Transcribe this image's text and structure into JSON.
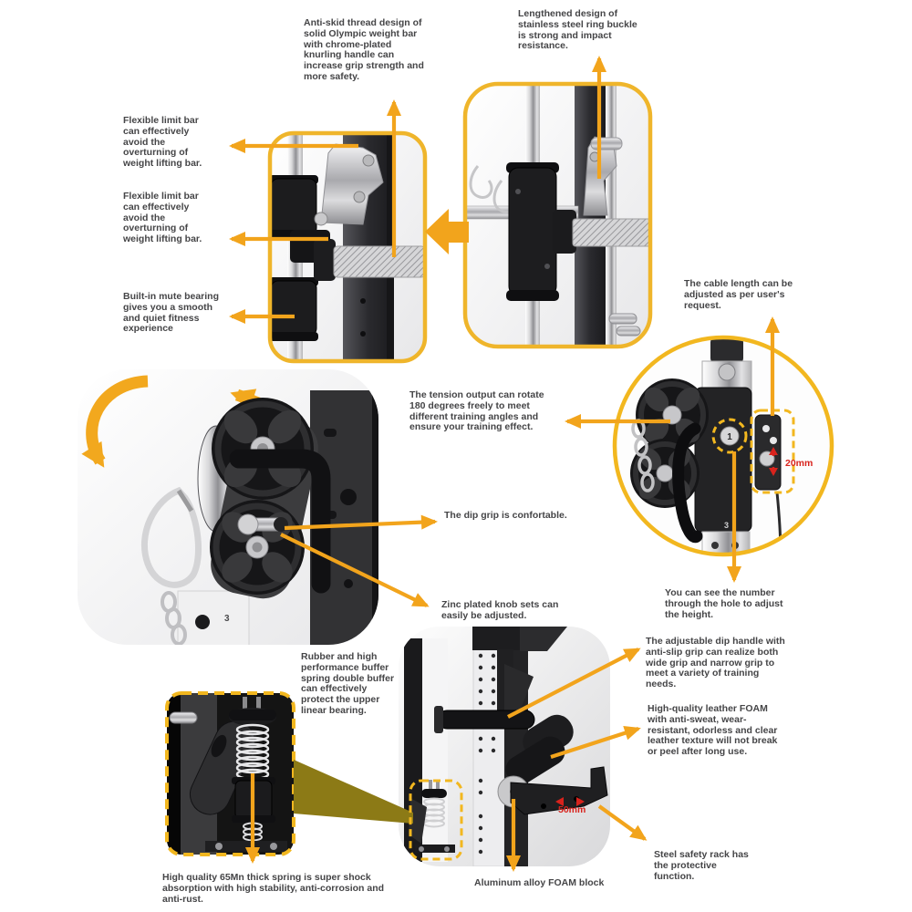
{
  "colors": {
    "accent_arrow": "#F2A41C",
    "panel_border": "#EFB52B",
    "dashed_highlight": "#F2B71F",
    "red_label": "#D8231D",
    "text": "#454547",
    "zoom_cone": "#8C7A16",
    "machine_dark": "#1D1D1F"
  },
  "labels": {
    "measure_20mm": "20mm",
    "measure_50mm": "50mm",
    "dial_number": "1",
    "hole_number": "3"
  },
  "annotations": {
    "anti_skid": {
      "text": "Anti-skid thread design of solid Olympic weight bar with chrome-plated knurling handle can increase grip strength and more safety."
    },
    "lengthened_buckle": {
      "text": "Lengthened design of stainless steel ring buckle is strong and impact resistance."
    },
    "flexible_limit_1": {
      "text": "Flexible limit bar can effectively avoid the overturning of weight lifting bar."
    },
    "flexible_limit_2": {
      "text": "Flexible limit bar can effectively avoid the overturning of weight lifting bar."
    },
    "mute_bearing": {
      "text": "Built-in mute bearing gives you a smooth and quiet fitness experience"
    },
    "cable_length": {
      "text": "The cable length can be adjusted as per user's request."
    },
    "tension_output": {
      "text": "The tension output can rotate 180 degrees freely to meet different training angles and ensure your training effect."
    },
    "dip_grip": {
      "text": "The dip grip is confortable."
    },
    "zinc_knob": {
      "text": "Zinc plated knob sets can easily be adjusted."
    },
    "buffer_spring": {
      "text": "Rubber and high performance buffer spring double buffer can effectively protect the upper linear bearing."
    },
    "number_hole": {
      "text": "You can see the number through the hole to adjust the height."
    },
    "adjustable_dip": {
      "text": "The adjustable dip handle with anti-slip grip can realize both wide grip and narrow grip to meet a variety of training needs."
    },
    "leather_foam": {
      "text": "High-quality leather FOAM with anti-sweat, wear-resistant, odorless and clear leather texture will not break or peel after long use."
    },
    "safety_rack": {
      "text": "Steel safety rack has the protective function."
    },
    "spring_65mn": {
      "text": "High quality 65Mn thick spring is super shock absorption with high stability, anti-corrosion and anti-rust."
    },
    "foam_block": {
      "text": "Aluminum alloy FOAM block"
    }
  }
}
